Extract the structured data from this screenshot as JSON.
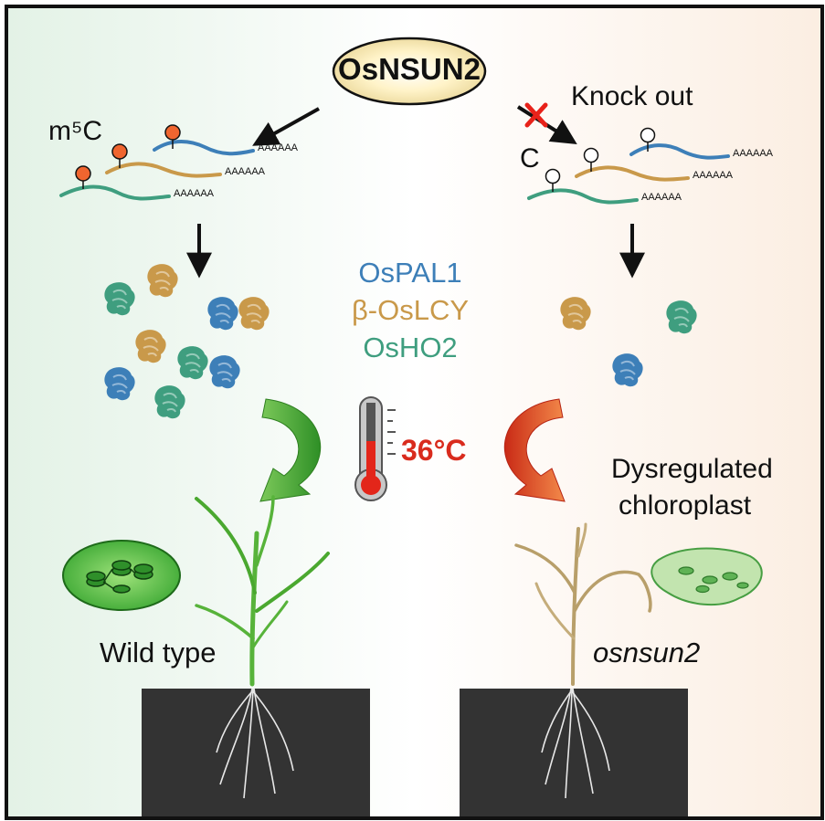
{
  "title": "OsNSUN2",
  "left": {
    "modification_label": "m⁵C",
    "polyA": "AAAAAA",
    "genotype_label": "Wild type"
  },
  "right": {
    "knockout_label": "Knock out",
    "unmodified_label": "C",
    "polyA": "AAAAAA",
    "chloroplast_label_line1": "Dysregulated",
    "chloroplast_label_line2": "chloroplast",
    "genotype_label": "osnsun2"
  },
  "genes": [
    {
      "name": "OsPAL1",
      "color": "#3d7fb8"
    },
    {
      "name": "β-OsLCY",
      "color": "#c9994a"
    },
    {
      "name": "OsHO2",
      "color": "#3f9e7f"
    }
  ],
  "temperature": "36°C",
  "colors": {
    "blue_rna": "#3d7fb8",
    "gold_rna": "#c9994a",
    "green_rna": "#3f9e7f",
    "m5c_dot": "#f0652f",
    "healthy_arrow": "#3fa332",
    "stress_arrow": "#e23b21",
    "temperature_text": "#d92b1d",
    "soil": "#333333"
  },
  "icons": [
    "arrow-icon",
    "knockout-cross-icon",
    "protein-blob-icon",
    "thermometer-icon",
    "chloroplast-icon",
    "rice-plant-icon",
    "soil-block-icon"
  ]
}
